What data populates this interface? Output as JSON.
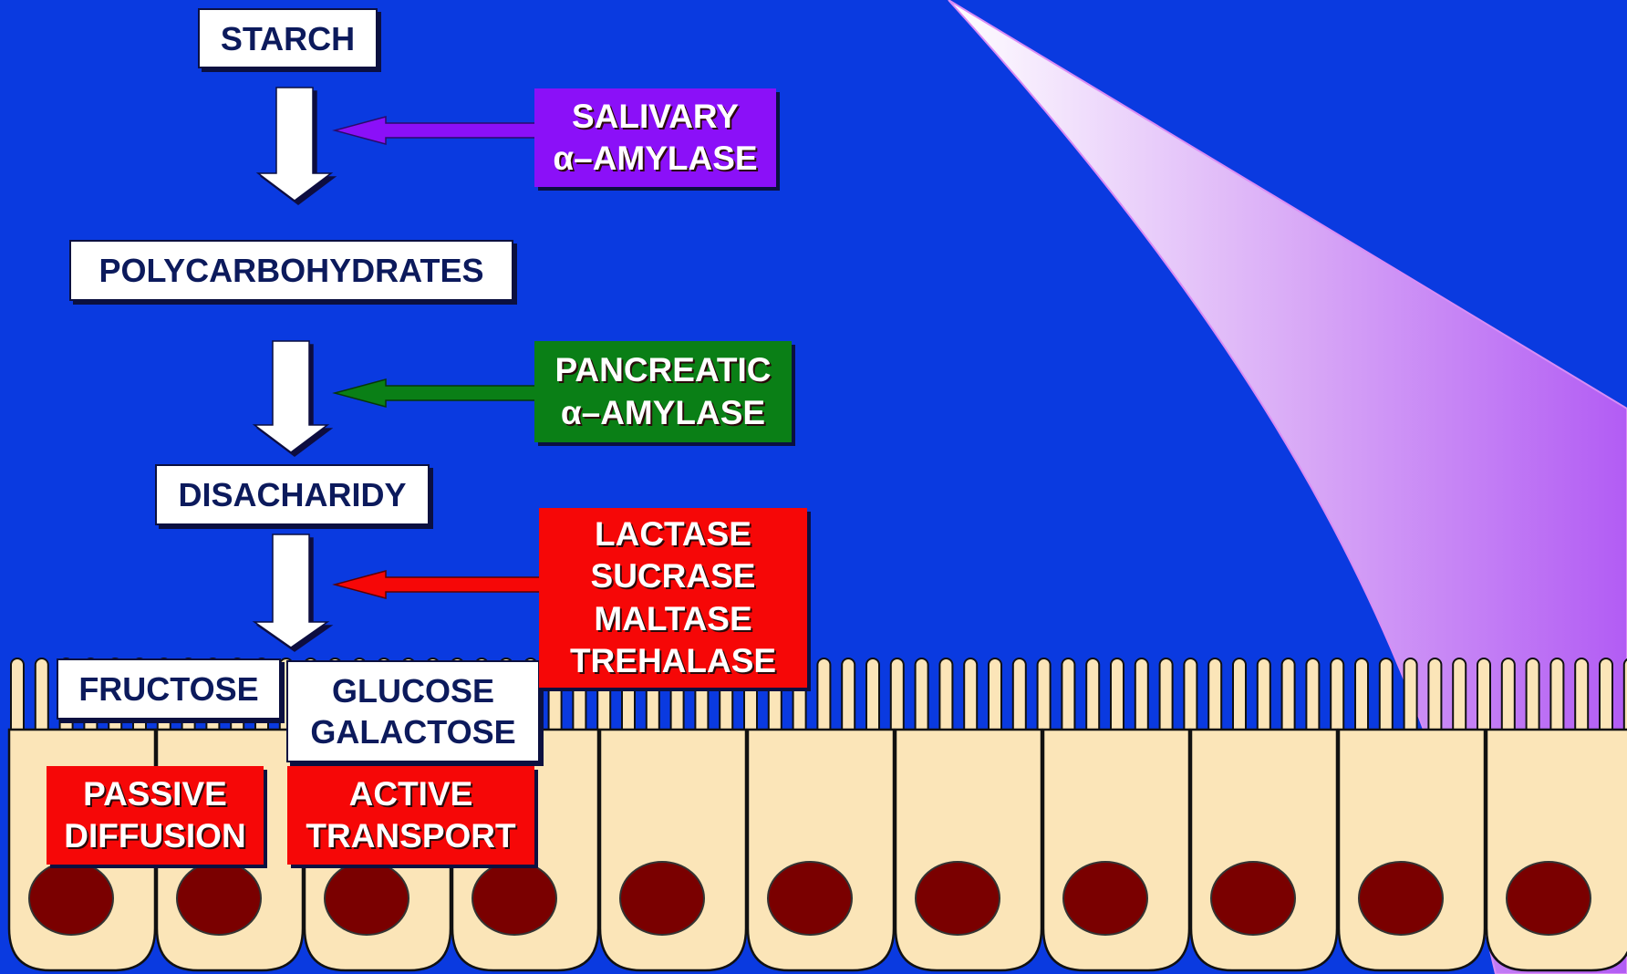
{
  "substrates": {
    "starch": "STARCH",
    "polycarbohydrates": "POLYCARBOHYDRATES",
    "disacharidy": "DISACHARIDY",
    "fructose": "FRUCTOSE",
    "glucose_galactose": "GLUCOSE\nGALACTOSE"
  },
  "enzymes": {
    "salivary": "SALIVARY\nα–AMYLASE",
    "pancreatic": "PANCREATIC\nα–AMYLASE",
    "brush_border": "LACTASE\nSUCRASE\nMALTASE\nTREHALASE"
  },
  "mechanisms": {
    "passive": "PASSIVE\nDIFFUSION",
    "active": "ACTIVE\nTRANSPORT"
  },
  "colors": {
    "background": "#0a3ae0",
    "salivary": "#8b10f8",
    "pancreatic": "#0a7f16",
    "brush_border": "#f60707",
    "cell": "#fbe5b8",
    "nucleus": "#7a0000"
  }
}
